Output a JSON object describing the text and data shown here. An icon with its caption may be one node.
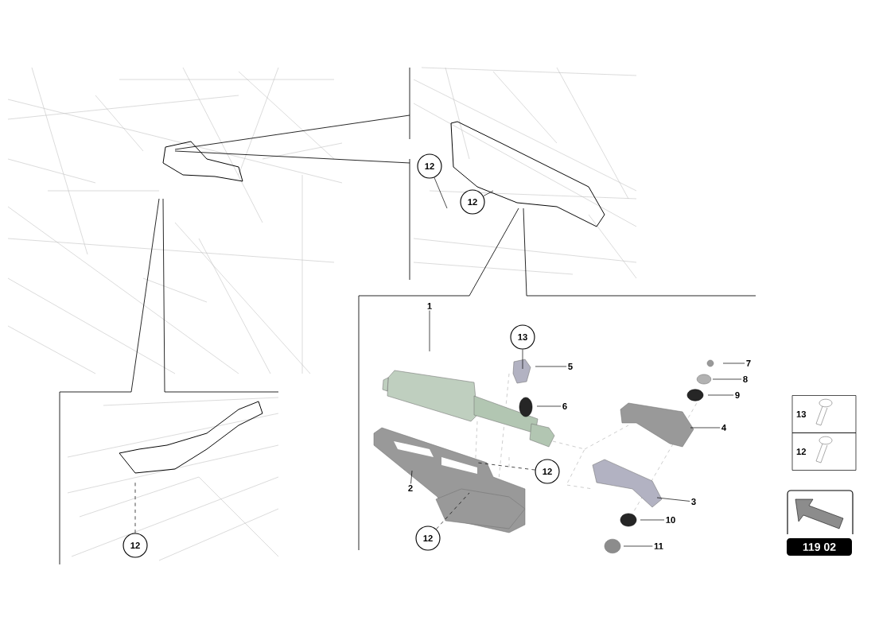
{
  "diagram": {
    "nodes": [
      {
        "text": [
          "1"
        ]
      },
      {
        "text": [
          "5"
        ]
      },
      {
        "text": [
          "6"
        ]
      },
      {
        "text": [
          "2"
        ]
      },
      {
        "text": [
          "7"
        ]
      },
      {
        "text": [
          "8"
        ]
      },
      {
        "text": [
          "9"
        ]
      },
      {
        "text": [
          "4"
        ]
      },
      {
        "text": [
          "3"
        ]
      },
      {
        "text": [
          "10"
        ]
      },
      {
        "text": [
          "11"
        ]
      },
      {
        "text": [
          "13"
        ]
      },
      {
        "text": [
          "12"
        ]
      },
      {
        "text": [
          "12"
        ]
      },
      {
        "text": [
          "12"
        ]
      },
      {
        "text": [
          "12"
        ]
      },
      {
        "text": [
          "12"
        ]
      },
      {
        "text": [
          "13"
        ]
      },
      {
        "text": [
          "12"
        ]
      },
      {
        "text": [
          "119 02"
        ]
      }
    ],
    "edges": [
      {
        "from": 0,
        "to": null,
        "arrow": "none"
      },
      {
        "from": 1,
        "to": null,
        "arrow": "none"
      },
      {
        "from": 2,
        "to": null,
        "arrow": "none"
      },
      {
        "from": 3,
        "to": null,
        "arrow": "none"
      },
      {
        "from": 4,
        "to": null,
        "arrow": "none"
      },
      {
        "from": 5,
        "to": null,
        "arrow": "none"
      },
      {
        "from": 6,
        "to": null,
        "arrow": "none"
      },
      {
        "from": 7,
        "to": null,
        "arrow": "none"
      },
      {
        "from": 8,
        "to": null,
        "arrow": "none"
      },
      {
        "from": 9,
        "to": null,
        "arrow": "none"
      },
      {
        "from": 10,
        "to": null,
        "arrow": "none"
      },
      {
        "from": 11,
        "to": null,
        "arrow": "none"
      },
      {
        "from": 12,
        "to": null,
        "arrow": "none",
        "style": "dashed"
      },
      {
        "from": 13,
        "to": null,
        "arrow": "none",
        "style": "dashed"
      },
      {
        "from": 14,
        "to": null,
        "arrow": "none"
      },
      {
        "from": 15,
        "to": null,
        "arrow": "none"
      },
      {
        "from": 16,
        "to": null,
        "arrow": "none",
        "style": "dashed"
      }
    ]
  }
}
